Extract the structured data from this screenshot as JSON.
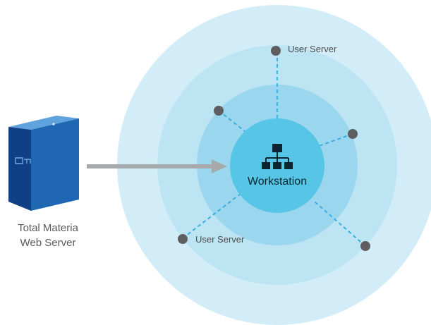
{
  "colors": {
    "ring_outer": "#d3edf8",
    "ring_middle": "#bde4f3",
    "ring_inner": "#9ad7ee",
    "core": "#56c5e6",
    "connector": "#3aaee0",
    "node": "#5e5e60",
    "arrow": "#a6aaad",
    "server_front": "#1f67b3",
    "server_side": "#0f3f85",
    "server_top": "#5fa2dd"
  },
  "icons": {
    "server": "server-tower-icon",
    "workstation": "network-hierarchy-icon"
  },
  "server": {
    "caption_line1": "Total Materia",
    "caption_line2": "Web Server"
  },
  "workstation": {
    "label": "Workstation"
  },
  "nodes": [
    {
      "label": "User Server"
    },
    {
      "label": ""
    },
    {
      "label": ""
    },
    {
      "label": "User Server"
    },
    {
      "label": ""
    }
  ]
}
